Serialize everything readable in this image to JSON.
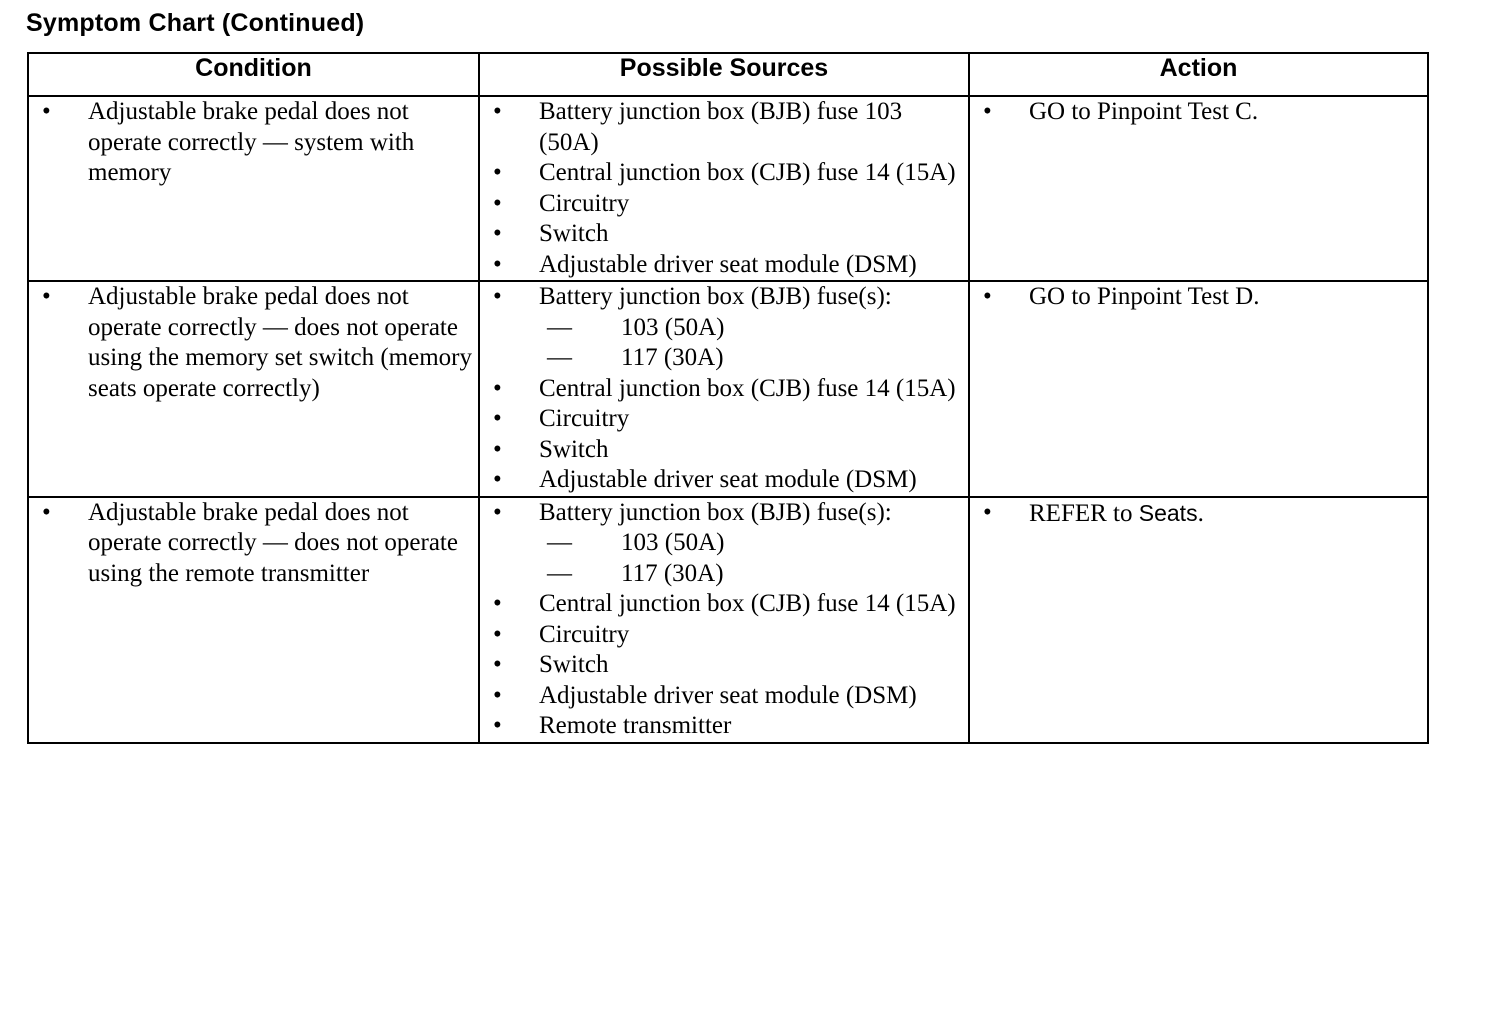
{
  "page": {
    "title": "Symptom Chart (Continued)"
  },
  "table": {
    "headers": {
      "condition": "Condition",
      "sources": "Possible Sources",
      "action": "Action"
    },
    "bullet_glyph": "•",
    "dash_glyph": "—",
    "rows": [
      {
        "condition": [
          "Adjustable brake pedal does not operate correctly — system with memory"
        ],
        "sources": [
          {
            "text": "Battery junction box (BJB) fuse 103 (50A)",
            "sub": []
          },
          {
            "text": "Central junction box (CJB) fuse 14 (15A)",
            "sub": []
          },
          {
            "text": "Circuitry",
            "sub": []
          },
          {
            "text": "Switch",
            "sub": []
          },
          {
            "text": "Adjustable driver seat module (DSM)",
            "sub": []
          }
        ],
        "action": [
          {
            "lead": "GO to Pinpoint Test C.",
            "term": "",
            "tail": ""
          }
        ]
      },
      {
        "condition": [
          "Adjustable brake pedal does not operate correctly — does not operate using the memory set switch (memory seats operate correctly)"
        ],
        "sources": [
          {
            "text": "Battery junction box (BJB) fuse(s):",
            "sub": [
              "103 (50A)",
              "117 (30A)"
            ]
          },
          {
            "text": "Central junction box (CJB) fuse 14 (15A)",
            "sub": []
          },
          {
            "text": "Circuitry",
            "sub": []
          },
          {
            "text": "Switch",
            "sub": []
          },
          {
            "text": "Adjustable driver seat module (DSM)",
            "sub": []
          }
        ],
        "action": [
          {
            "lead": "GO to Pinpoint Test D.",
            "term": "",
            "tail": ""
          }
        ]
      },
      {
        "condition": [
          "Adjustable brake pedal does not operate correctly — does not operate using the remote transmitter"
        ],
        "sources": [
          {
            "text": "Battery junction box (BJB) fuse(s):",
            "sub": [
              "103 (50A)",
              "117 (30A)"
            ]
          },
          {
            "text": "Central junction box (CJB) fuse 14 (15A)",
            "sub": []
          },
          {
            "text": "Circuitry",
            "sub": []
          },
          {
            "text": "Switch",
            "sub": []
          },
          {
            "text": "Adjustable driver seat module (DSM)",
            "sub": []
          },
          {
            "text": "Remote transmitter",
            "sub": []
          }
        ],
        "action": [
          {
            "lead": "REFER to ",
            "term": "Seats",
            "tail": "."
          }
        ]
      }
    ]
  }
}
